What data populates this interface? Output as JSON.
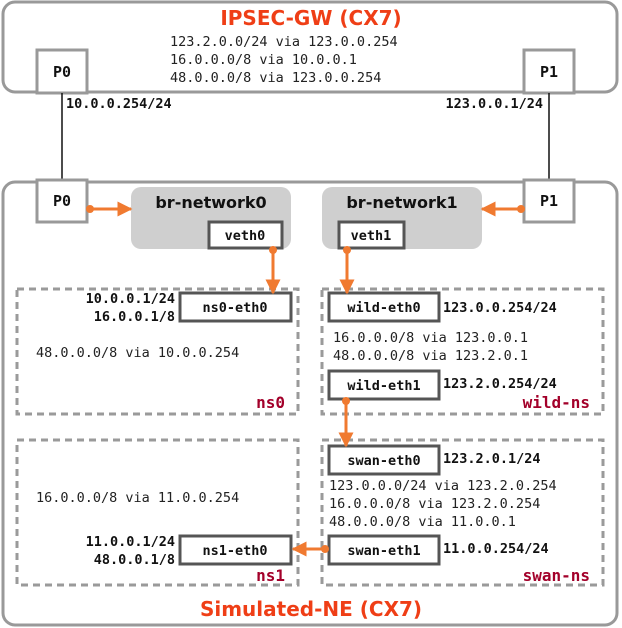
{
  "colors": {
    "accent": "#ef3e16",
    "ns_label": "#a3002a",
    "arrow": "#f07a30",
    "box_border": "#999999",
    "bridge_fill": "#cfcfcf",
    "dash": "#9a9a9a",
    "iface_border": "#555555"
  },
  "gateway": {
    "title": "IPSEC-GW (CX7)",
    "routes": [
      "123.2.0.0/24 via 123.0.0.254",
      "16.0.0.0/8 via 10.0.0.1",
      "48.0.0.0/8 via 123.0.0.254"
    ],
    "port_left": "P0",
    "port_right": "P1",
    "ip_left": "10.0.0.254/24",
    "ip_right": "123.0.0.1/24"
  },
  "ne": {
    "title": "Simulated-NE (CX7)",
    "port_left": "P0",
    "port_right": "P1",
    "bridge0": {
      "name": "br-network0",
      "iface": "veth0"
    },
    "bridge1": {
      "name": "br-network1",
      "iface": "veth1"
    }
  },
  "ns0": {
    "label": "ns0",
    "iface": "ns0-eth0",
    "ips": [
      "10.0.0.1/24",
      "16.0.0.1/8"
    ],
    "routes": [
      "48.0.0.0/8 via 10.0.0.254"
    ]
  },
  "ns1": {
    "label": "ns1",
    "iface": "ns1-eth0",
    "ips": [
      "11.0.0.1/24",
      "48.0.0.1/8"
    ],
    "routes": [
      "16.0.0.0/8 via 11.0.0.254"
    ]
  },
  "wild": {
    "label": "wild-ns",
    "iface0": "wild-eth0",
    "iface0_ip": "123.0.0.254/24",
    "iface1": "wild-eth1",
    "iface1_ip": "123.2.0.254/24",
    "routes": [
      "16.0.0.0/8 via 123.0.0.1",
      "48.0.0.0/8 via 123.2.0.1"
    ]
  },
  "swan": {
    "label": "swan-ns",
    "iface0": "swan-eth0",
    "iface0_ip": "123.2.0.1/24",
    "iface1": "swan-eth1",
    "iface1_ip": "11.0.0.254/24",
    "routes": [
      "123.0.0.0/24 via 123.2.0.254",
      "16.0.0.0/8 via 123.2.0.254",
      "48.0.0.0/8 via 11.0.0.1"
    ]
  }
}
